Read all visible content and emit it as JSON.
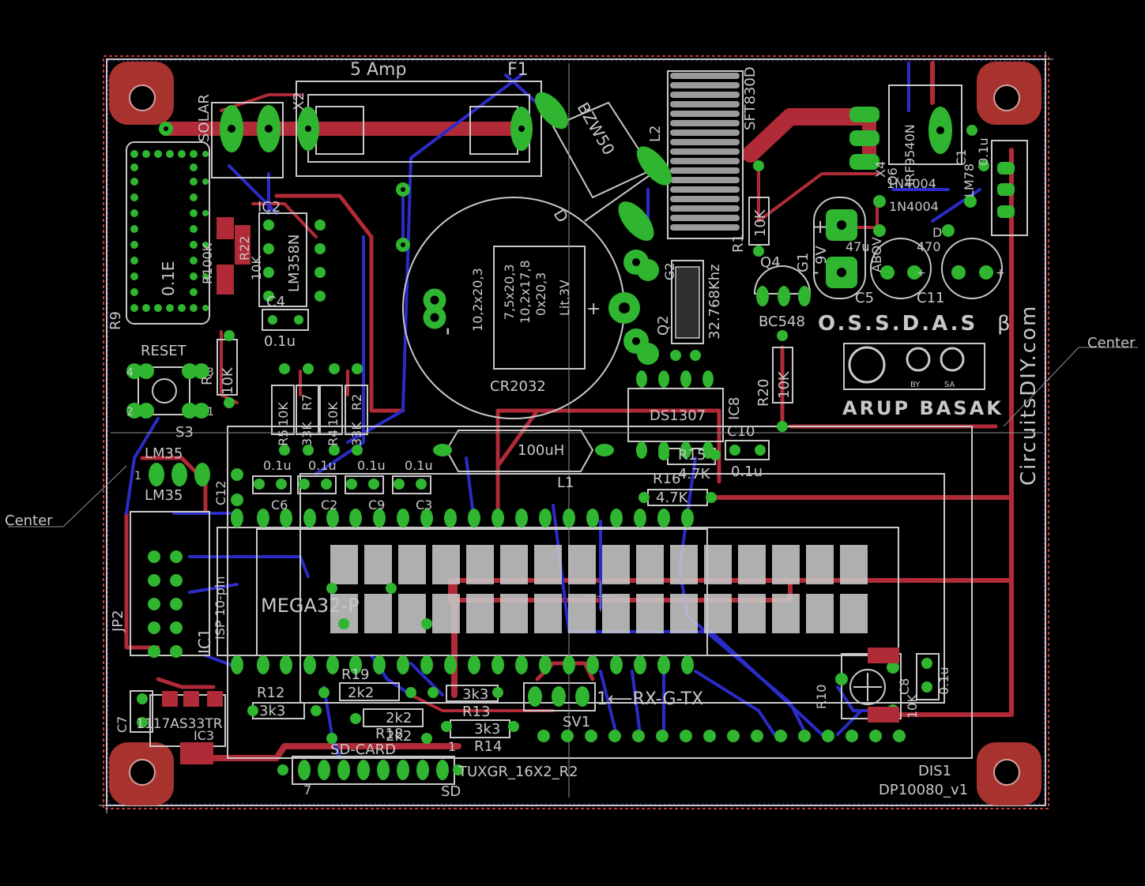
{
  "colors": {
    "background": "#000000",
    "outline": "#b0b0b0",
    "silk": "#c8c8c8",
    "top_copper": "#b02a37",
    "bottom_copper": "#2b2bc8",
    "pad": "#2fb52f",
    "pad_hole": "#000000",
    "dimension": "#d23a3a"
  },
  "labels": {
    "fuse_rating": "5 Amp",
    "fuse": "F1",
    "solar": "SOLAR",
    "x2": "X2",
    "r9_val": "0.1E",
    "r9": "R9",
    "r100k": "R100K",
    "r22": "R22",
    "r10k_small": "10K",
    "ic2": "IC2",
    "ic2_part": "LM358N",
    "c4": "C4",
    "c4_val": "0.1u",
    "reset": "RESET",
    "s3": "S3",
    "r_reset": "10K",
    "r_reset_name": "R",
    "pin4": "4",
    "pin3": "3",
    "pin2": "2",
    "pin1": "1",
    "r5": "R5",
    "r5_val": "10K",
    "r7": "R7",
    "r7_val": "33K",
    "r4": "R4",
    "r4_val": "10K",
    "r2": "R2",
    "r2_val": "33K",
    "c6_val": "0.1u",
    "c2_val": "0.1u",
    "c9_val": "0.1u",
    "c3_val": "0.1u",
    "c6": "C6",
    "c2": "C2",
    "c9": "C9",
    "c3": "C3",
    "c12": "C12",
    "lm35_top": "LM35",
    "lm35_bottom": "LM35",
    "lm35_pin1": "1",
    "battery_dims": "10,2x20,3",
    "battery_dims2": "7,5x20,3",
    "battery_dims3": "10,2x17,8",
    "battery_dims4": "0x20,3",
    "battery_lit": "Lit.3V",
    "battery_part": "CR2032",
    "minus": "-",
    "plus": "+",
    "bzw": "BZW50",
    "d_label": "D",
    "l2": "L2",
    "sft": "SFT830D",
    "r1": "R1",
    "r1_val": "10K",
    "q4": "Q4",
    "g1": "G1",
    "g1_val": "9V",
    "q4_part": "BC548",
    "c5": "C5",
    "c5_val": "47u",
    "abov": "ABOV",
    "c11": "C11",
    "c11_val": "470",
    "irf": "IRF9540N",
    "q_irf": "Q6",
    "n4004_a": "1N4004",
    "n4004_b": "1N4004",
    "d_small": "D",
    "lm78": "LM78",
    "c1": "C1",
    "c1_val": "0.1u",
    "x4": "X4",
    "q2": "Q2",
    "crystal": "32.768Khz",
    "g2": "G2",
    "r20": "R20",
    "r20_val": "10K",
    "ossdas": "O.S.S.D.A.S",
    "beta": "β",
    "cc_by": "BY",
    "cc_sa": "SA",
    "author": "ARUP BASAK",
    "site": "CircuitsDIY.com",
    "center_right": "Center",
    "center_left": "Center",
    "ds1307": "DS1307",
    "ic8": "IC8",
    "c10": "C10",
    "c10_val": "0.1u",
    "inductor_val": "100uH",
    "l1": "L1",
    "r15": "R15",
    "r15_val": "4.7K",
    "r16": "R16",
    "r16_val": "4.7K",
    "mega": "MEGA32-P",
    "isp": "ISP 10-pin",
    "ic1": "IC1",
    "jp2": "JP2",
    "r12": "R12",
    "r12_val": "3k3",
    "r19": "R19",
    "r19_val": "2k2",
    "r18_val": "2k2",
    "r18": "R18",
    "r13_val": "3k3",
    "r13": "R13",
    "r13b_val": "3k3",
    "r14": "R14",
    "r14_pin": "1",
    "sd_card": "SD-CARD",
    "sd_card_val": "2k2",
    "sv1": "SV1",
    "rx_g_tx": "1⟵RX-G-TX",
    "lcd_part": "TUXGR_16X2_R2",
    "sd": "SD",
    "sd_pin": "7",
    "c7": "C7",
    "ic3_part": "1117AS33TR",
    "ic3": "IC3",
    "r10": "R10",
    "r10_val": "10K",
    "c8": "C8",
    "c8_val": "0.1u",
    "dis1": "DIS1",
    "dp": "DP10080_v1"
  }
}
